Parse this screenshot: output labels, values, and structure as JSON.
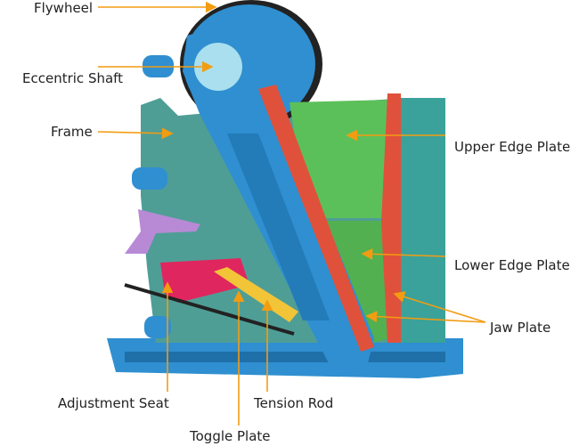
{
  "title": "Jaw Crusher Structure",
  "labels": {
    "flywheel": "Flywheel",
    "eccentric_shaft": "Eccentric Shaft",
    "frame": "Frame",
    "upper_edge_plate": "Upper Edge Plate",
    "lower_edge_plate": "Lower Edge Plate",
    "jaw_plate": "Jaw Plate",
    "adjustment_seat": "Adjustment Seat",
    "tension_rod": "Tension Rod",
    "toggle_plate": "Toggle Plate"
  },
  "colors": {
    "arrow": "#f39c12",
    "frame": "#4f9e96",
    "pitman": "#2f8fd0",
    "jaw": "#e0513b",
    "edge_plate": "#5cc05a",
    "toggle": "#f2c438",
    "seat": "#e0265e",
    "flywheel_rim": "#222222"
  }
}
